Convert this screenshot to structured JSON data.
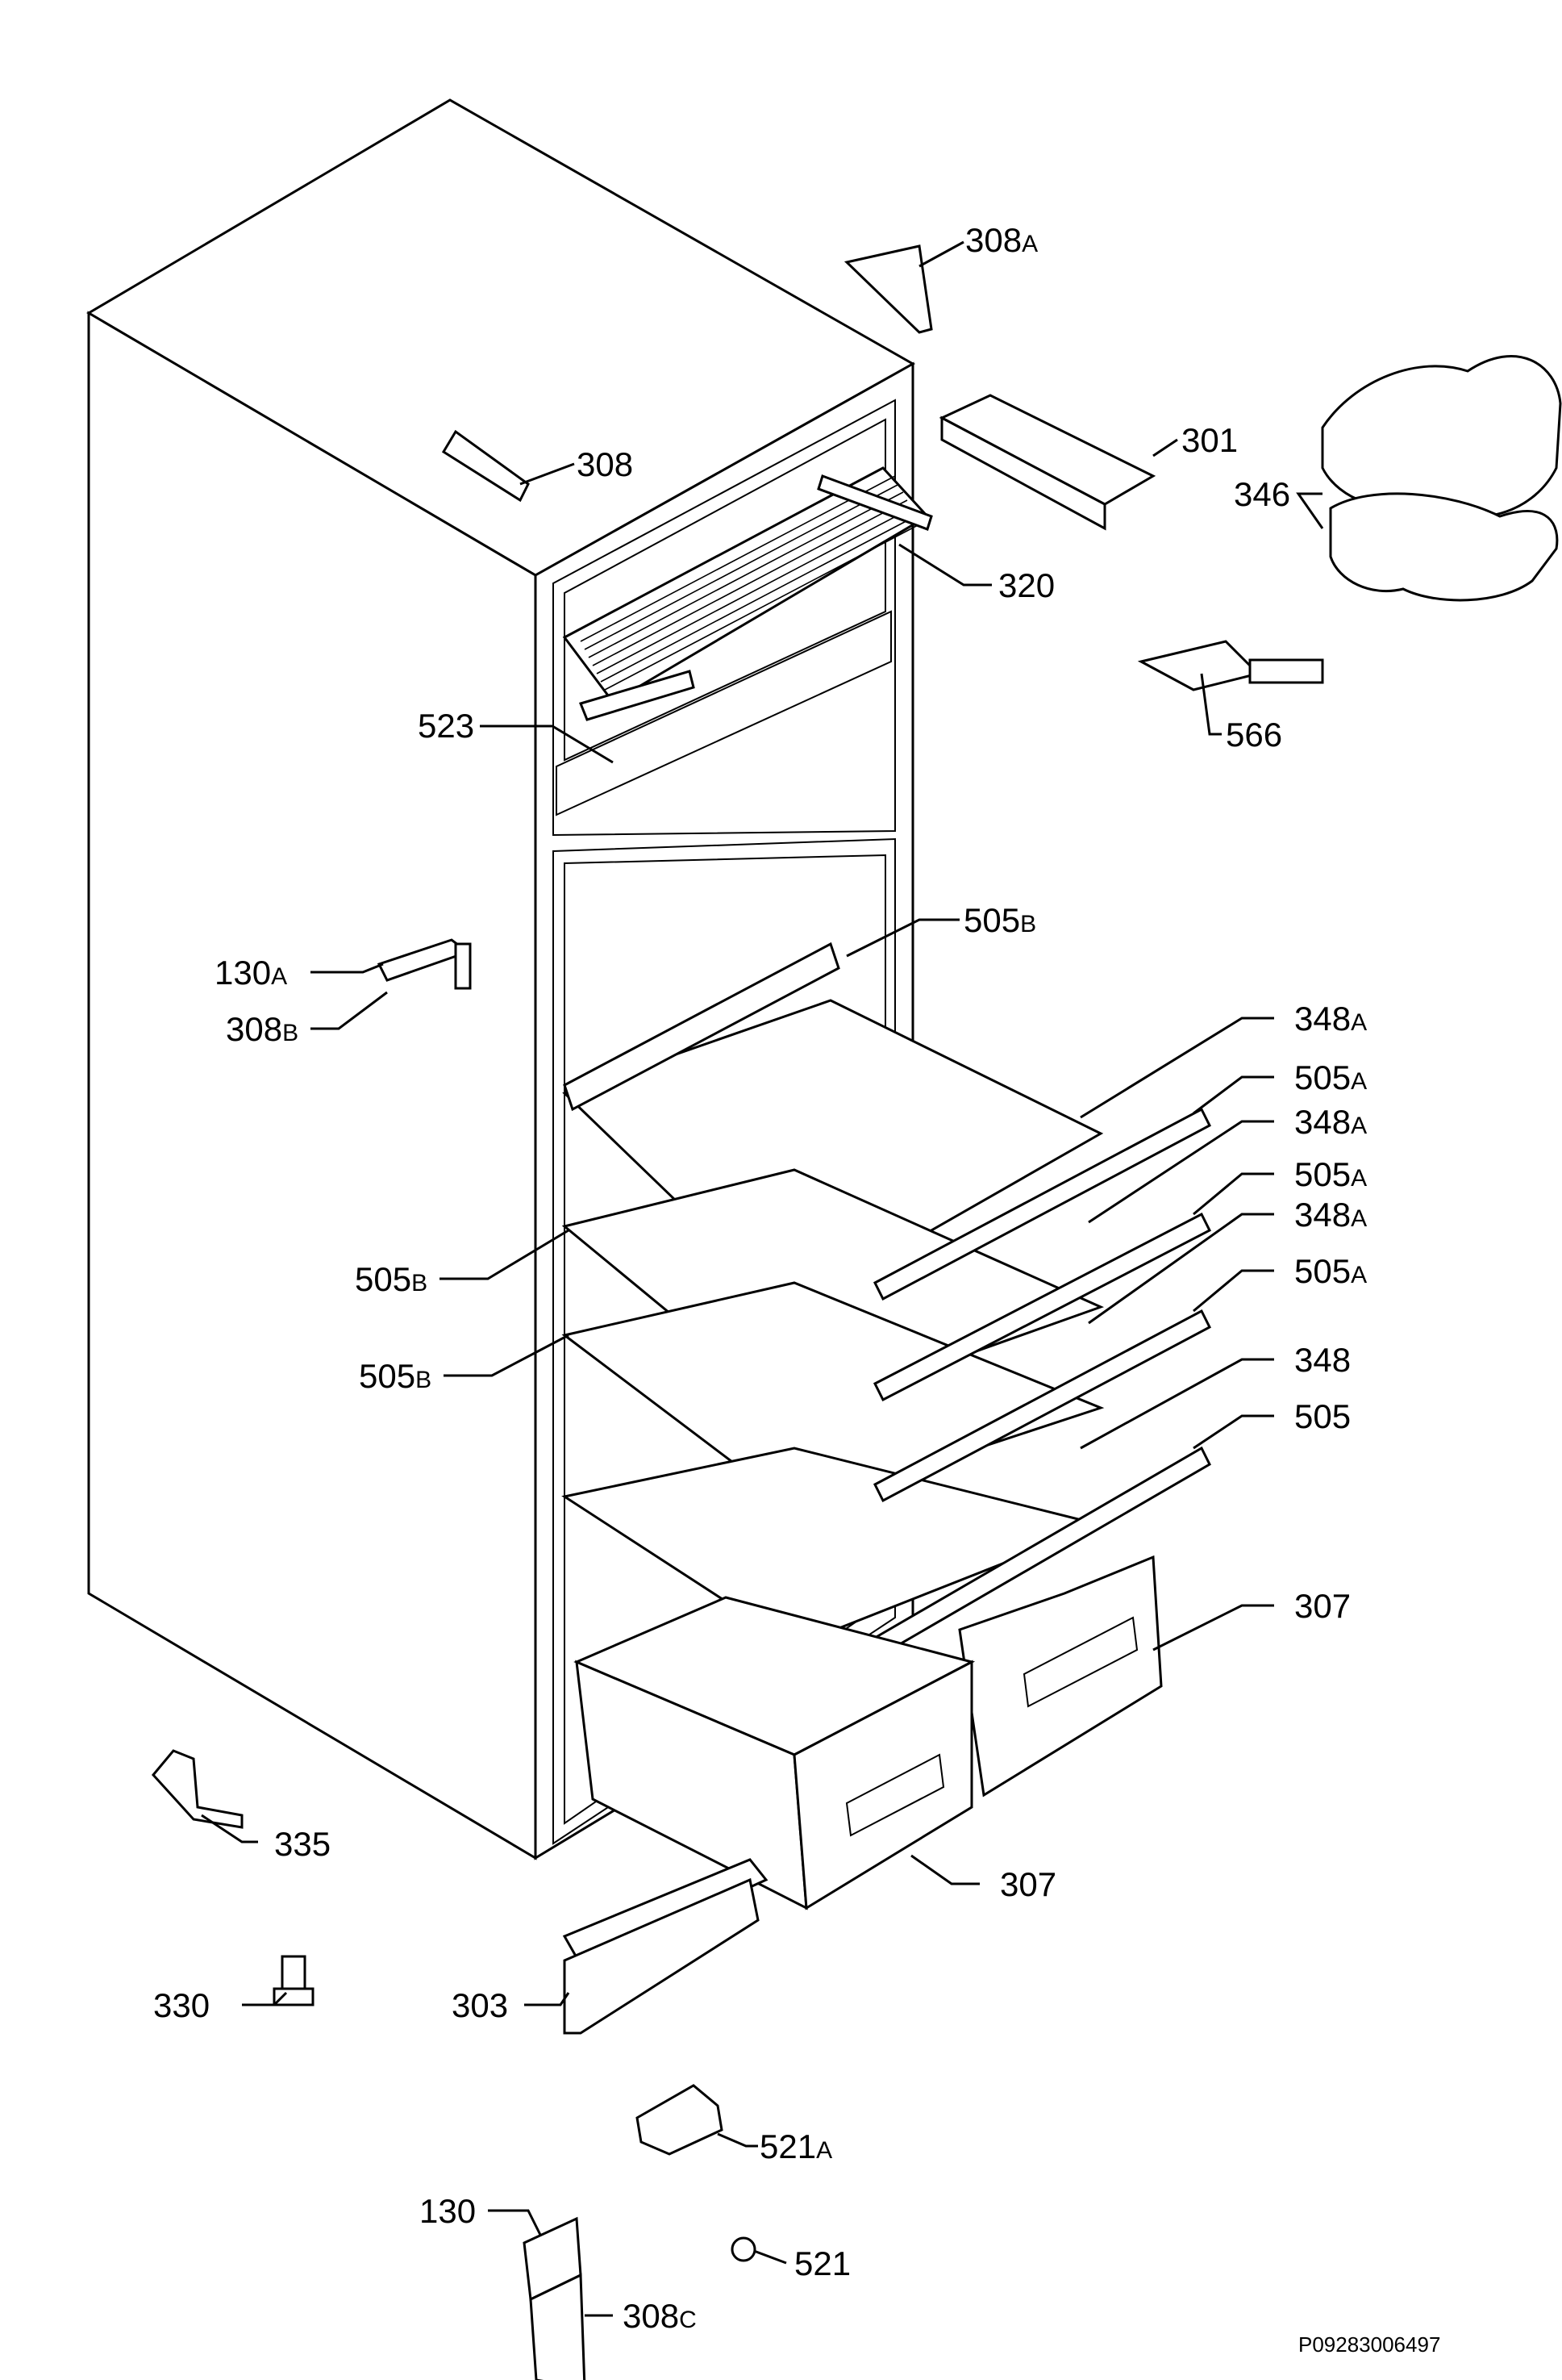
{
  "labels": [
    {
      "id": "308a",
      "num": "308",
      "suffix": "A"
    },
    {
      "id": "301",
      "num": "301",
      "suffix": ""
    },
    {
      "id": "308",
      "num": "308",
      "suffix": ""
    },
    {
      "id": "346",
      "num": "346",
      "suffix": ""
    },
    {
      "id": "320",
      "num": "320",
      "suffix": ""
    },
    {
      "id": "566",
      "num": "566",
      "suffix": ""
    },
    {
      "id": "523",
      "num": "523",
      "suffix": ""
    },
    {
      "id": "505b_top",
      "num": "505",
      "suffix": "B"
    },
    {
      "id": "130a",
      "num": "130",
      "suffix": "A"
    },
    {
      "id": "308b",
      "num": "308",
      "suffix": "B"
    },
    {
      "id": "348a_1",
      "num": "348",
      "suffix": "A"
    },
    {
      "id": "505a_1",
      "num": "505",
      "suffix": "A"
    },
    {
      "id": "348a_2",
      "num": "348",
      "suffix": "A"
    },
    {
      "id": "505a_2",
      "num": "505",
      "suffix": "A"
    },
    {
      "id": "348a_3",
      "num": "348",
      "suffix": "A"
    },
    {
      "id": "505a_3",
      "num": "505",
      "suffix": "A"
    },
    {
      "id": "505b_1",
      "num": "505",
      "suffix": "B"
    },
    {
      "id": "505b_2",
      "num": "505",
      "suffix": "B"
    },
    {
      "id": "348",
      "num": "348",
      "suffix": ""
    },
    {
      "id": "505",
      "num": "505",
      "suffix": ""
    },
    {
      "id": "307_right",
      "num": "307",
      "suffix": ""
    },
    {
      "id": "335",
      "num": "335",
      "suffix": ""
    },
    {
      "id": "307_front",
      "num": "307",
      "suffix": ""
    },
    {
      "id": "330",
      "num": "330",
      "suffix": ""
    },
    {
      "id": "303",
      "num": "303",
      "suffix": ""
    },
    {
      "id": "521a",
      "num": "521",
      "suffix": "A"
    },
    {
      "id": "130",
      "num": "130",
      "suffix": ""
    },
    {
      "id": "521",
      "num": "521",
      "suffix": ""
    },
    {
      "id": "308c",
      "num": "308",
      "suffix": "C"
    }
  ],
  "drawing_code": "P09283006497"
}
